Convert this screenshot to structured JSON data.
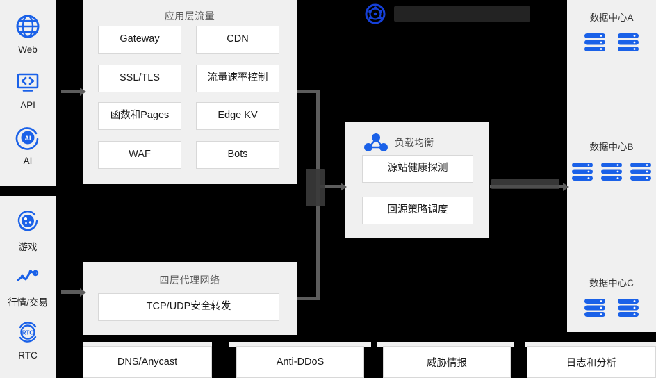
{
  "header": {
    "logo_icon": "globe-network-logo-icon",
    "title": "",
    "title_redacted": true
  },
  "sidebar": {
    "top_items": [
      {
        "icon": "globe-icon",
        "label": "Web"
      },
      {
        "icon": "api-brackets-icon",
        "label": "API"
      },
      {
        "icon": "ai-play-icon",
        "label": "AI"
      }
    ],
    "bottom_items": [
      {
        "icon": "game-controller-icon",
        "label": "游戏"
      },
      {
        "icon": "market-trend-line-icon",
        "label": "行情/交易"
      },
      {
        "icon": "rtc-icon",
        "label": "RTC"
      }
    ]
  },
  "app_layer_panel": {
    "title": "应用层流量",
    "nodes": [
      "Gateway",
      "CDN",
      "SSL/TLS",
      "流量速率控制",
      "函数和Pages",
      "Edge KV",
      "WAF",
      "Bots"
    ]
  },
  "proxy_panel": {
    "title": "四层代理网络",
    "nodes": [
      "TCP/UDP安全转发"
    ]
  },
  "load_balancer_panel": {
    "icon": "load-balancer-network-icon",
    "title": "负载均衡",
    "nodes": [
      "源站健康探测",
      "回源策略调度"
    ]
  },
  "data_centers": [
    {
      "title": "数据中心A",
      "rack_count": 2
    },
    {
      "title": "数据中心B",
      "rack_count": 3
    },
    {
      "title": "数据中心C",
      "rack_count": 2
    }
  ],
  "bottom_bar": {
    "items": [
      "DNS/Anycast",
      "Anti-DDoS",
      "威胁情报",
      "日志和分析"
    ]
  },
  "connector_labels": {
    "center": "",
    "center_redacted": true,
    "right": "",
    "right_redacted": true
  },
  "colors": {
    "background": "#000000",
    "panel": "#f0f0f0",
    "node": "#ffffff",
    "node_border": "#d8d8d8",
    "accent_blue": "#1a61e8",
    "connector": "#5c5c5c",
    "text": "#1a1a1a",
    "muted_text": "#5a5a5a"
  }
}
